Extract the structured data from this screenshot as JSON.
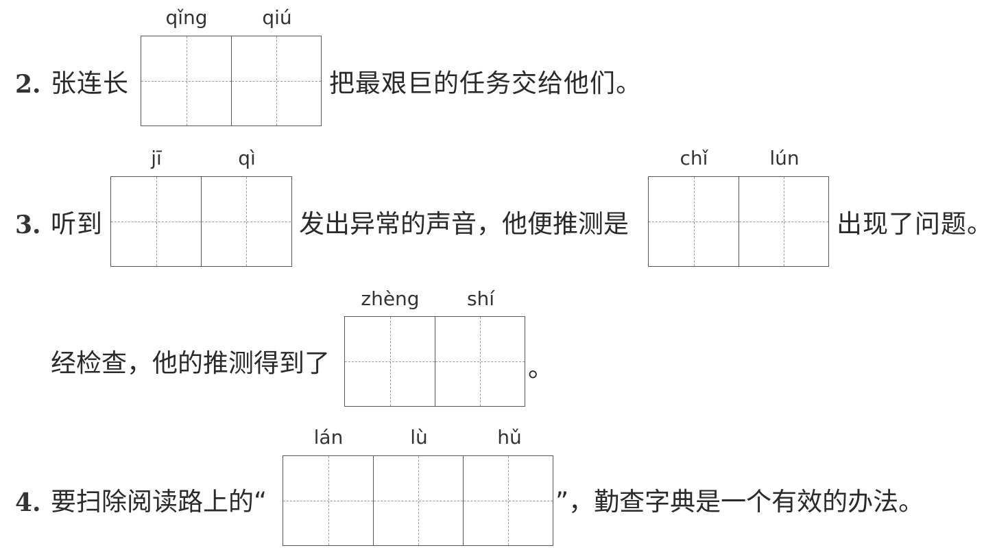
{
  "q2": {
    "number": "2.",
    "before": "张连长",
    "pinyin": [
      "qǐng",
      "qiú"
    ],
    "after": "把最艰巨的任务交给他们。"
  },
  "q3": {
    "number": "3.",
    "before": "听到",
    "pinyin1": [
      "jī",
      "qì"
    ],
    "middle": "发出异常的声音，他便推测是",
    "pinyin2": [
      "chǐ",
      "lún"
    ],
    "after": "出现了问题。"
  },
  "q3b": {
    "before": "经检查，他的推测得到了",
    "pinyin": [
      "zhèng",
      "shí"
    ],
    "after": "。"
  },
  "q4": {
    "number": "4.",
    "before": "要扫除阅读路上的“",
    "pinyin": [
      "lán",
      "lù",
      "hǔ"
    ],
    "after": "”，勤查字典是一个有效的办法。"
  }
}
